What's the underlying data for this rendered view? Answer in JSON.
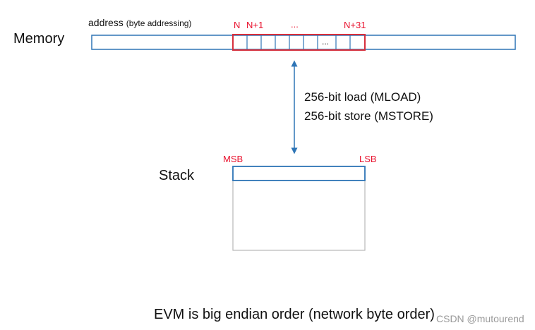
{
  "memory": {
    "label": "Memory",
    "address_label": "address",
    "address_note": "(byte addressing)",
    "byte_labels": {
      "first": "N",
      "second": "N+1",
      "middle": "...",
      "last": "N+31"
    },
    "cell_ellipsis": "..."
  },
  "transfer": {
    "load": "256-bit load (MLOAD)",
    "store": "256-bit store (MSTORE)"
  },
  "stack": {
    "label": "Stack",
    "msb": "MSB",
    "lsb": "LSB"
  },
  "footer": {
    "caption": "EVM is big endian order (network byte order)"
  },
  "watermark": "CSDN @mutourend",
  "colors": {
    "memory_border": "#2e75b6",
    "highlight_border": "#d62f3c",
    "arrow": "#2e75b6",
    "stack_top_border": "#2e75b6",
    "stack_body_border": "#b8b8b8",
    "label_red": "#e8112d",
    "watermark": "#9a9a9a"
  }
}
